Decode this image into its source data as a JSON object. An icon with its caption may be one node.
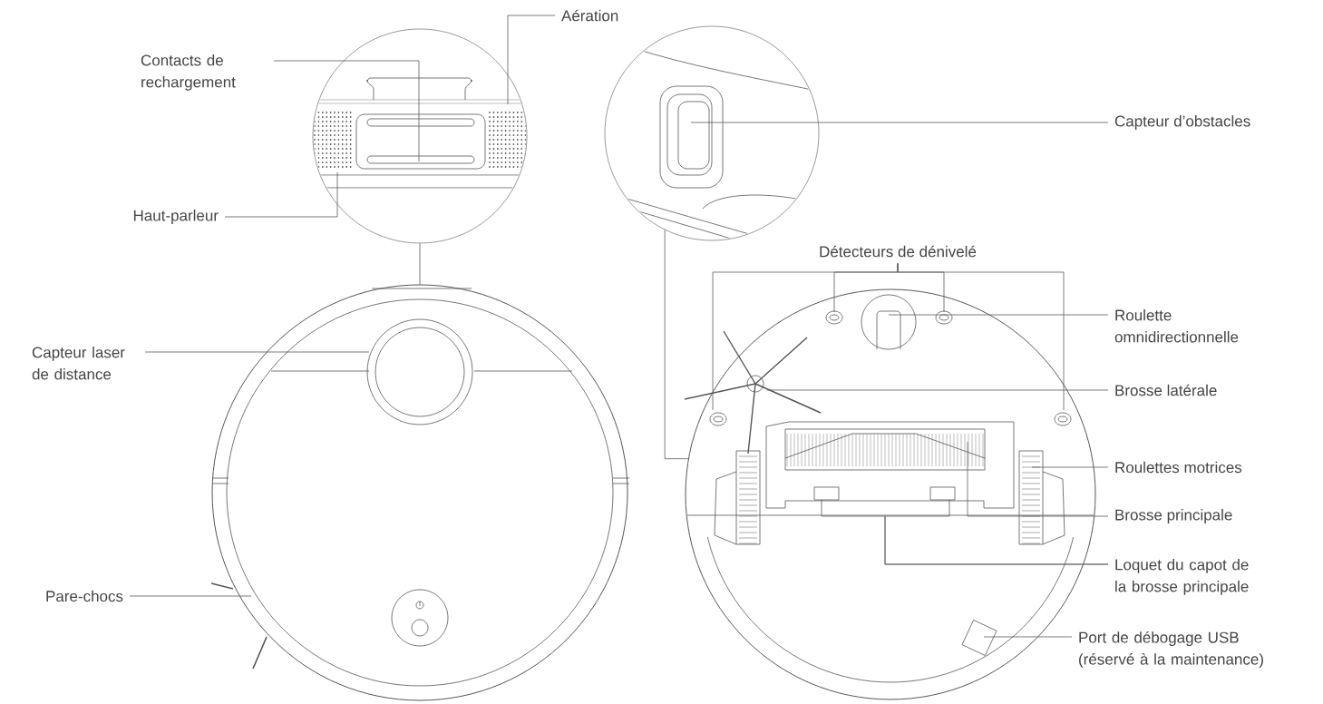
{
  "diagram": {
    "nodes": [
      {
        "text": [],
        "shape": "picture"
      },
      {
        "text": [],
        "shape": "picture"
      },
      {
        "text": [],
        "shape": "picture"
      },
      {
        "text": [],
        "shape": "picture"
      },
      {
        "text": [
          "Aération"
        ]
      },
      {
        "text": [
          "Contacts de rechargement"
        ]
      },
      {
        "text": [
          "Capteur d’obstacles"
        ]
      },
      {
        "text": [
          "Haut-parleur"
        ]
      },
      {
        "text": [
          "Détecteurs de dénivelé"
        ]
      },
      {
        "text": [
          "Roulette omnidirectionnelle"
        ]
      },
      {
        "text": [
          "Capteur laser de distance"
        ]
      },
      {
        "text": [
          "Brosse latérale"
        ]
      },
      {
        "text": [
          "Roulettes motrices"
        ]
      },
      {
        "text": [
          "Brosse principale"
        ]
      },
      {
        "text": [
          "Loquet du capot de la brosse principale"
        ]
      },
      {
        "text": [
          "Pare-chocs"
        ]
      },
      {
        "text": [
          "Port de débogage USB (réservé à la maintenance)"
        ]
      }
    ],
    "edges": [
      {
        "from": 0,
        "to": 2,
        "arrow": "none"
      },
      {
        "from": 1,
        "to": 3,
        "arrow": "none"
      },
      {
        "from": 4,
        "to": 0,
        "arrow": "none"
      },
      {
        "from": 5,
        "to": 0,
        "arrow": "none"
      },
      {
        "from": 6,
        "to": 1,
        "arrow": "none"
      },
      {
        "from": 7,
        "to": 0,
        "arrow": "none"
      },
      {
        "from": 8,
        "to": 3,
        "arrow": "none"
      },
      {
        "from": 8,
        "to": 3,
        "arrow": "none"
      },
      {
        "from": 8,
        "to": 3,
        "arrow": "none"
      },
      {
        "from": 8,
        "to": 3,
        "arrow": "none"
      },
      {
        "from": 9,
        "to": 3,
        "arrow": "none"
      },
      {
        "from": 10,
        "to": 2,
        "arrow": "none"
      },
      {
        "from": 11,
        "to": 3,
        "arrow": "none"
      },
      {
        "from": 12,
        "to": 3,
        "arrow": "none"
      },
      {
        "from": 13,
        "to": 3,
        "arrow": "none"
      },
      {
        "from": 14,
        "to": 3,
        "arrow": "none"
      },
      {
        "from": 14,
        "to": 3,
        "arrow": "none"
      },
      {
        "from": 15,
        "to": 2,
        "arrow": "none"
      },
      {
        "from": 16,
        "to": 3,
        "arrow": "none"
      }
    ]
  }
}
